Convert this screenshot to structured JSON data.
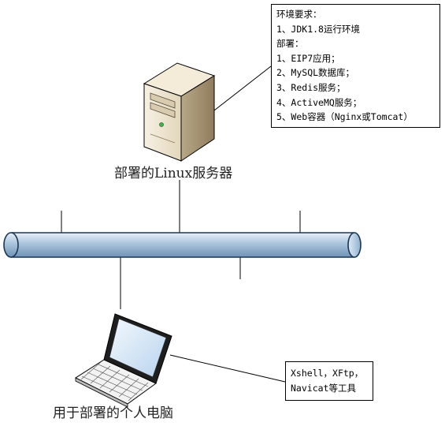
{
  "server": {
    "label": "部署的Linux服务器",
    "requirements": [
      "环境要求：",
      "1、JDK1.8运行环境",
      "部署：",
      "1、EIP7应用；",
      "2、MySQL数据库；",
      "3、Redis服务；",
      "4、ActiveMQ服务；",
      "5、Web容器（Nginx或Tomcat）"
    ]
  },
  "client": {
    "label": "用于部署的个人电脑",
    "tools": [
      "Xshell，XFtp，",
      "Navicat等工具"
    ]
  },
  "colors": {
    "bus_fill": "#a9c3dc",
    "bus_stroke": "#1c3754",
    "server_body": "#ece2cc",
    "laptop_screen": "#cfe3f7"
  },
  "icons": [
    "server-icon",
    "laptop-icon"
  ]
}
